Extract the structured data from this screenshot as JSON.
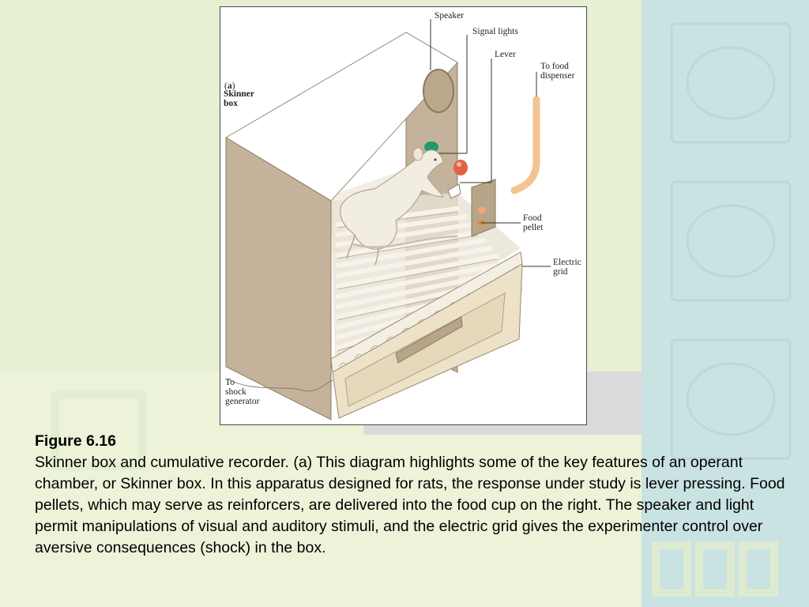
{
  "figure": {
    "panel_letter": "a",
    "panel_title": "Skinner box",
    "labels": {
      "speaker": "Speaker",
      "signal_lights": "Signal lights",
      "lever": "Lever",
      "food_dispenser_line1": "To food",
      "food_dispenser_line2": "dispenser",
      "food_pellet_line1": "Food",
      "food_pellet_line2": "pellet",
      "electric_grid_line1": "Electric",
      "electric_grid_line2": "grid",
      "shock_line1": "To",
      "shock_line2": "shock",
      "shock_line3": "generator"
    }
  },
  "caption": {
    "title": "Figure 6.16",
    "body": "Skinner box and cumulative recorder. (a) This diagram highlights some of the key features of an operant chamber, or Skinner box. In this apparatus designed for rats, the response under study is lever pressing. Food pellets, which may serve as reinforcers, are delivered into the food cup on the right. The speaker and light permit manipulations of visual and auditory stimuli, and the electric grid gives the experimenter control over aversive consequences (shock) in the box."
  },
  "colors": {
    "bg_left": "#e6f0d2",
    "bg_right": "#c9e3e3",
    "box_wall": "#c4b39a",
    "box_wall_dark": "#a89478",
    "drawer": "#ede1c8",
    "green_light": "#1e9a6c",
    "red_light": "#e0614a",
    "tube": "#f3c48f"
  }
}
